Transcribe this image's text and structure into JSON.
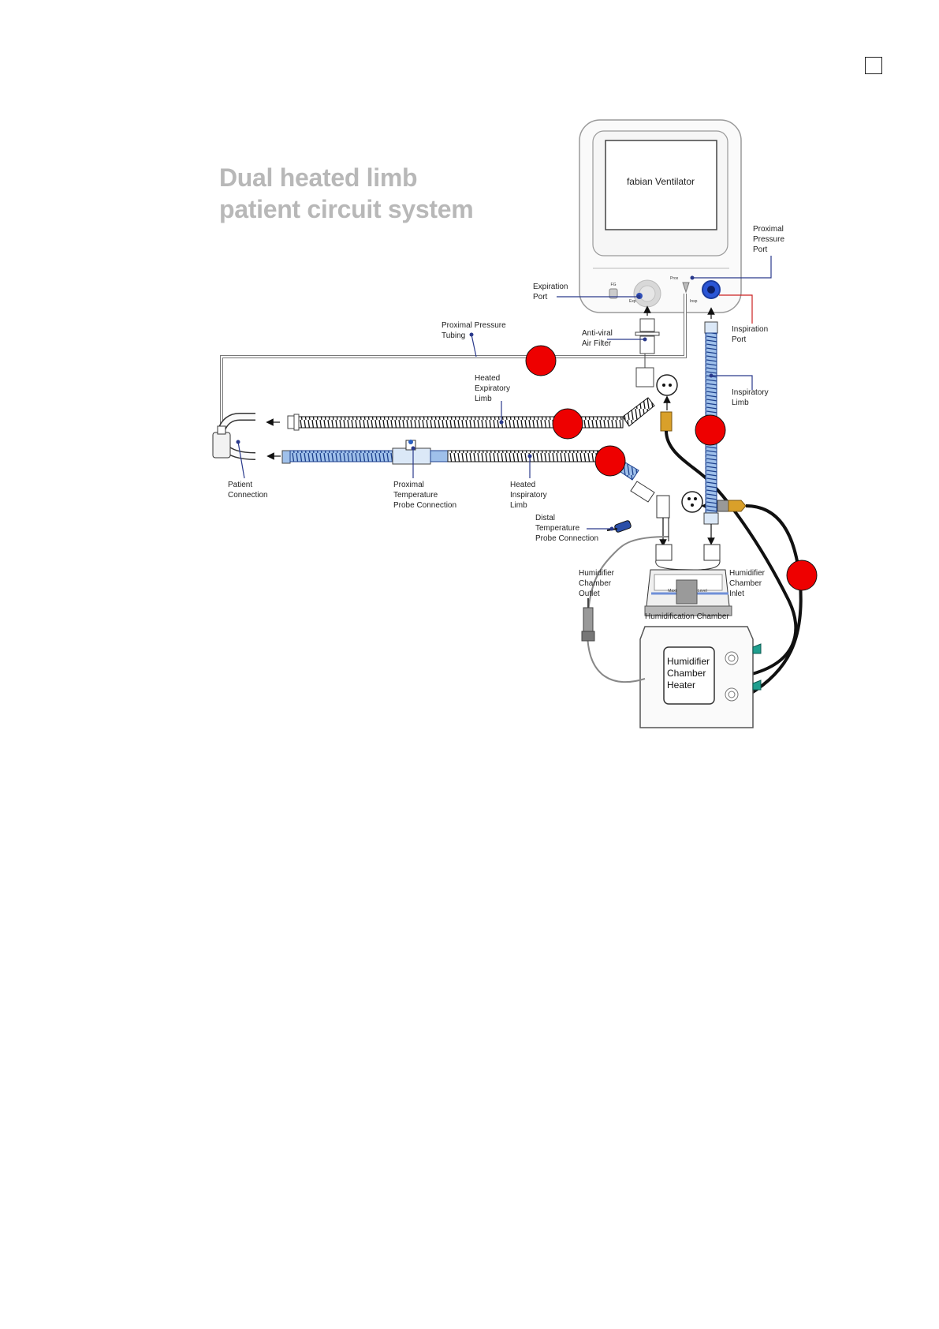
{
  "page_title_line1": "Dual heated limb",
  "page_title_line2": "patient circuit system",
  "ventilator_label": "fabian  Ventilator",
  "port_marks": {
    "fg": "FG",
    "exp": "Exp",
    "prox": "Prox",
    "insp": "Insp"
  },
  "water_level_label": "Maximum Water Level",
  "labels": {
    "proximal_pressure_port": [
      "Proximal",
      "Pressure",
      "Port"
    ],
    "expiration_port": [
      "Expiration",
      "Port"
    ],
    "inspiration_port": [
      "Inspiration",
      "Port"
    ],
    "proximal_pressure_tubing": [
      "Proximal Pressure",
      "Tubing"
    ],
    "anti_viral_air_filter": [
      "Anti-viral",
      "Air Filter"
    ],
    "heated_expiratory_limb": [
      "Heated",
      "Expiratory",
      "Limb"
    ],
    "inspiratory_limb": [
      "Inspiratory",
      "Limb"
    ],
    "patient_connection": [
      "Patient",
      "Connection"
    ],
    "proximal_temperature_probe": [
      "Proximal",
      "Temperature",
      "Probe Connection"
    ],
    "heated_inspiratory_limb": [
      "Heated",
      "Inspiratory",
      "Limb"
    ],
    "distal_temperature_probe": [
      "Distal",
      "Temperature",
      "Probe Connection"
    ],
    "humidifier_chamber_outlet": [
      "Humidifier",
      "Chamber",
      "Outlet"
    ],
    "humidifier_chamber_inlet": [
      "Humidifier",
      "Chamber",
      "Inlet"
    ],
    "humidification_chamber": [
      "Humidification Chamber"
    ],
    "humidifier_chamber_heater": [
      "Humidifier",
      "Chamber",
      "Heater"
    ]
  },
  "colors": {
    "marker": "#ee0000",
    "tube_blue": "#2b5fc0",
    "connector_green": "#1f9e8e",
    "plug_orange": "#d9a02a"
  }
}
